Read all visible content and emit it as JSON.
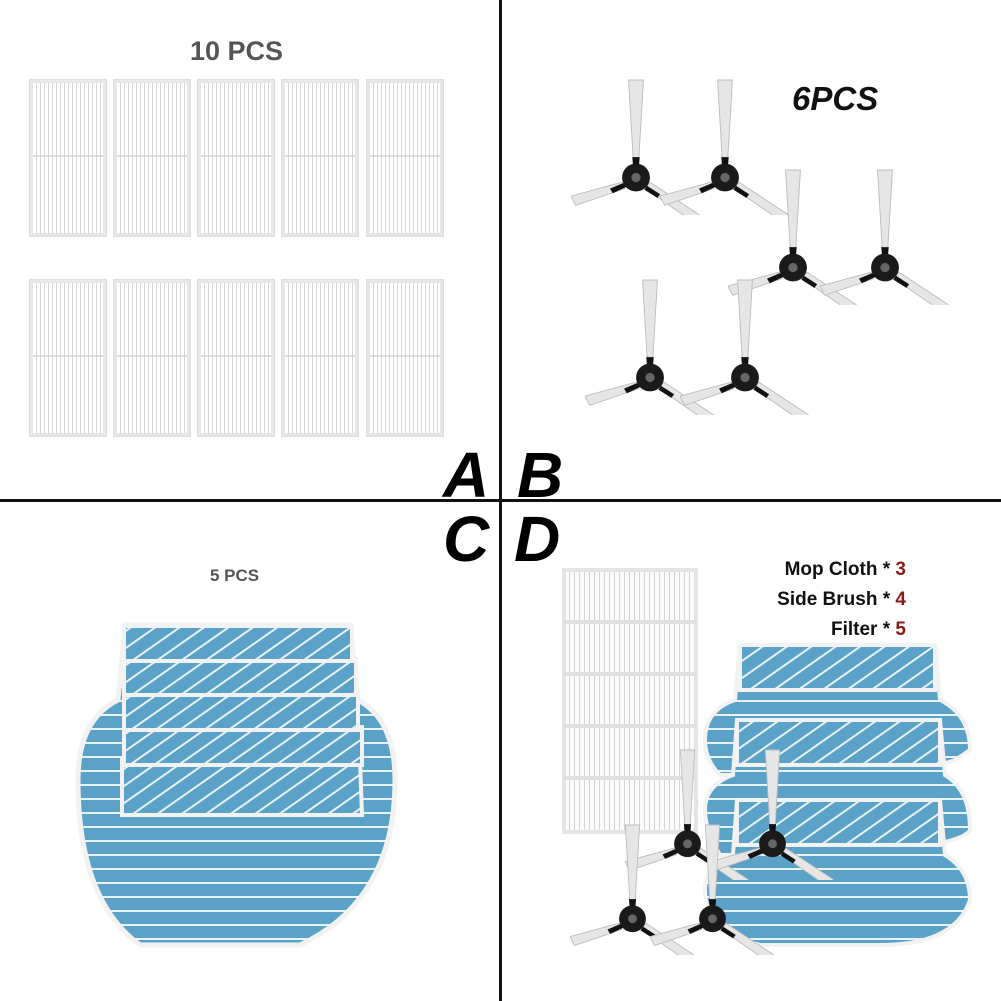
{
  "quadrant_a": {
    "letter": "A",
    "count_label": "10 PCS"
  },
  "quadrant_b": {
    "letter": "B",
    "count_label": "6PCS"
  },
  "quadrant_c": {
    "letter": "C",
    "count_label": "5 PCS"
  },
  "quadrant_d": {
    "letter": "D",
    "legend": [
      {
        "label": "Mop Cloth",
        "sep": "*",
        "qty": "3"
      },
      {
        "label": "Side Brush",
        "sep": "*",
        "qty": "4"
      },
      {
        "label": "Filter",
        "sep": "*",
        "qty": "5"
      }
    ]
  },
  "colors": {
    "mop_blue": "#5aa2c8",
    "mop_border": "#f2f2f2",
    "brush_hub": "#1a1a1a",
    "filter_white": "#fafafa",
    "qty_red": "#8a1a1a"
  }
}
